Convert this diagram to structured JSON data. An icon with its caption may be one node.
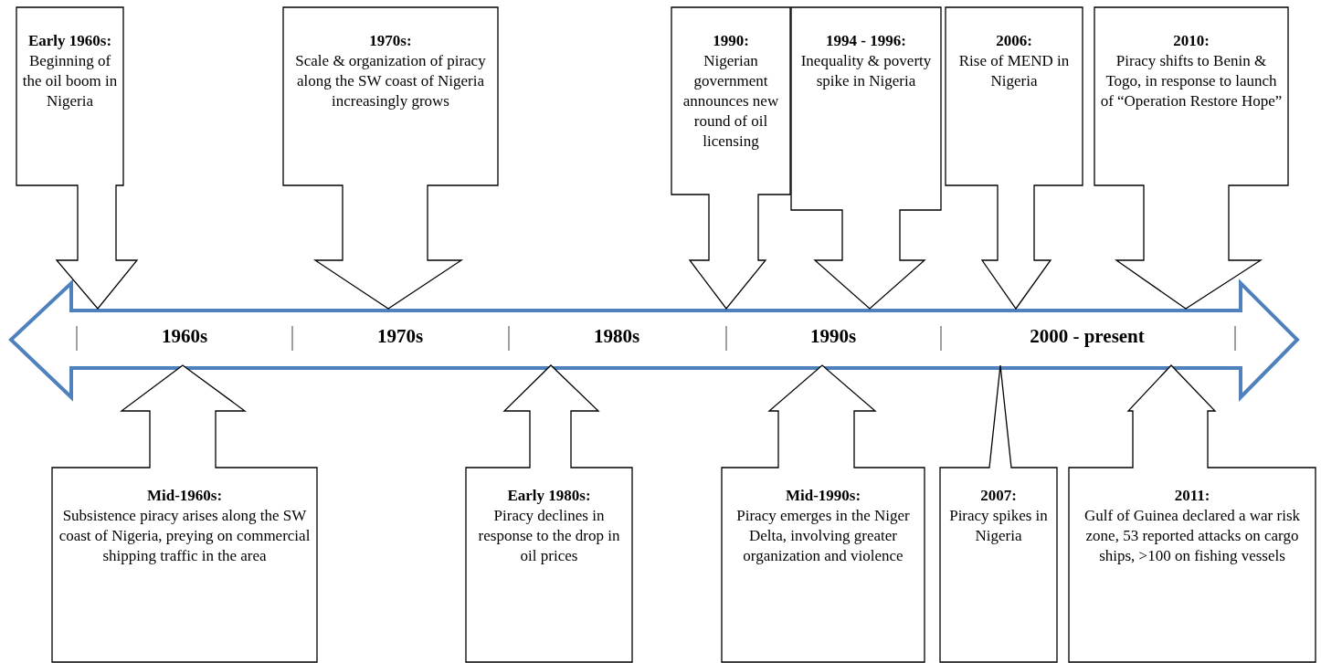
{
  "diagram": {
    "nodes": [
      {
        "text": [
          "Early 1960s:",
          "Beginning of the oil boom in Nigeria"
        ]
      },
      {
        "text": [
          "1970s:",
          "Scale & organization of piracy along the SW coast of Nigeria increasingly grows"
        ]
      },
      {
        "text": [
          "1990:",
          "Nigerian government announces new round of oil licensing"
        ]
      },
      {
        "text": [
          "1994 - 1996:",
          "Inequality & poverty spike in Nigeria"
        ]
      },
      {
        "text": [
          "2006:",
          "Rise of MEND in Nigeria"
        ]
      },
      {
        "text": [
          "2010:",
          "Piracy shifts to Benin & Togo, in response to launch of “Operation Restore Hope”"
        ]
      },
      {
        "text": [
          "Mid-1960s:",
          "Subsistence piracy arises along the SW coast of Nigeria, preying on commercial shipping traffic in the area"
        ]
      },
      {
        "text": [
          "Early 1980s:",
          "Piracy declines in response to the drop in oil prices"
        ]
      },
      {
        "text": [
          "Mid-1990s:",
          "Piracy emerges in the Niger Delta, involving greater organization and violence"
        ]
      },
      {
        "text": [
          "2007:",
          "Piracy spikes in Nigeria"
        ]
      },
      {
        "text": [
          "2011:",
          "Gulf of Guinea declared a war risk zone, 53 reported attacks on cargo ships, >100 on fishing vessels"
        ]
      }
    ],
    "labels": [
      "1960s",
      "1970s",
      "1980s",
      "1990s",
      "2000 - present"
    ]
  }
}
